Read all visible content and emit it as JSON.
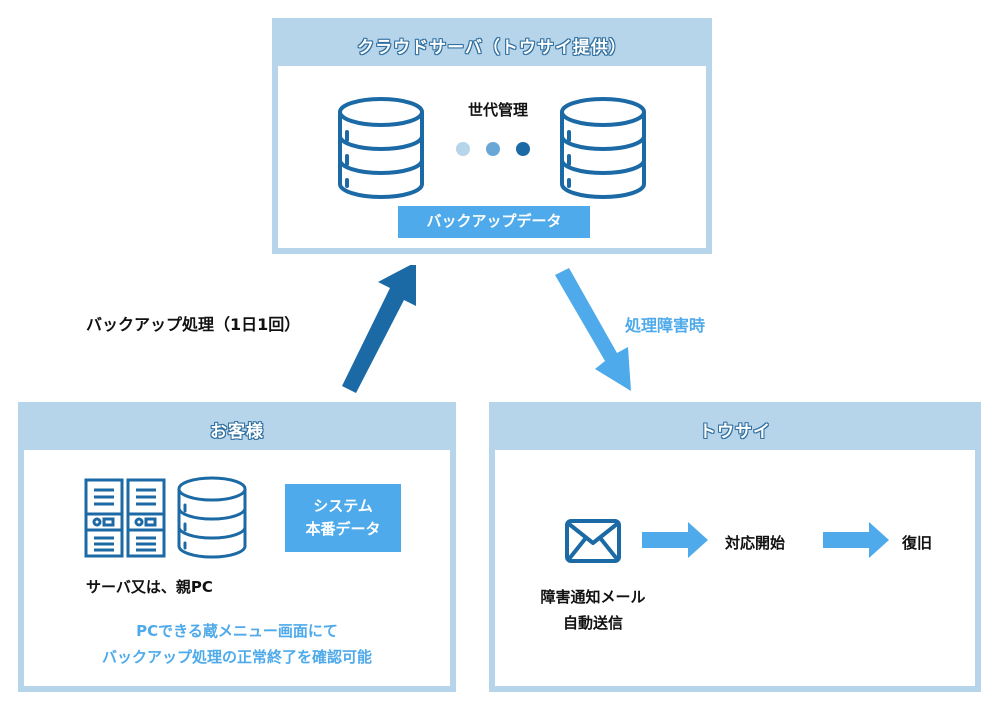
{
  "cloud_server": {
    "title": "クラウドサーバ（トウサイ提供）",
    "generation_label": "世代管理",
    "generation_dots": [
      {
        "color": "#b6d4ea"
      },
      {
        "color": "#6aa7d6"
      },
      {
        "color": "#1c6aa5"
      }
    ],
    "icons": [
      "database-icon",
      "database-icon"
    ],
    "backup_data_label": "バックアップデータ"
  },
  "flow": {
    "backup_arrow_label": "バックアップ処理（1日1回）",
    "failure_arrow_label": "処理障害時",
    "colors": {
      "backup_arrow": "#1c6aa5",
      "failure_arrow": "#4eaaea"
    }
  },
  "customer": {
    "title": "お客様",
    "device_label": "サーバ又は、親PC",
    "system_data_label_line1": "システム",
    "system_data_label_line2": "本番データ",
    "note_line1": "PCできる蔵メニュー画面にて",
    "note_line2": "バックアップ処理の正常終了を確認可能"
  },
  "tousai": {
    "title": "トウサイ",
    "mail_label_line1": "障害通知メール",
    "mail_label_line2": "自動送信",
    "step_response": "対応開始",
    "step_recovery": "復旧"
  },
  "colors": {
    "panel_border": "#b6d4ea",
    "icon_stroke": "#1c6aa5",
    "accent": "#4eaaea"
  }
}
